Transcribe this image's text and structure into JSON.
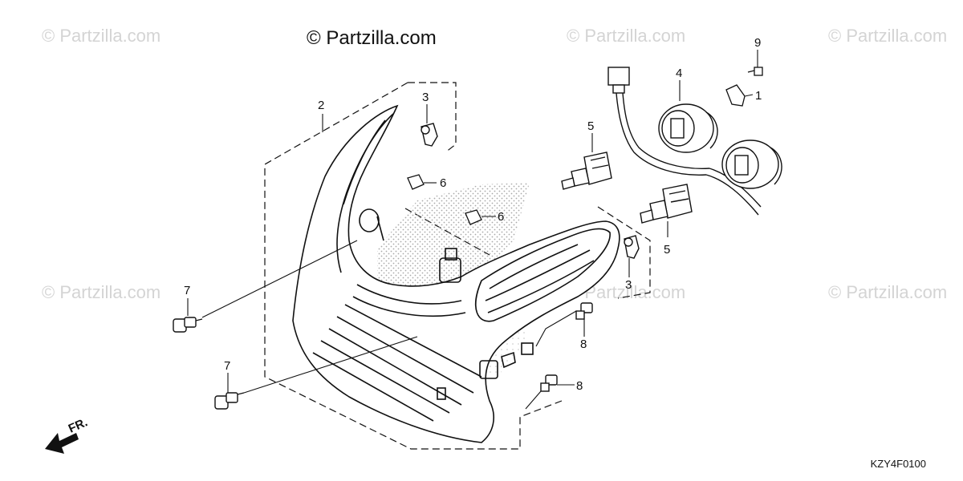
{
  "watermarks": [
    "© Partzilla.com",
    "© Partzilla.com",
    "© Partzilla.com",
    "© Partzilla.com",
    "© Partzilla.com",
    "© Partzilla.com"
  ],
  "brand_watermark": "© Partzilla.com",
  "diagram_code": "KZY4F0100",
  "front_arrow_label": "FR.",
  "callouts": [
    "1",
    "2",
    "3",
    "3",
    "4",
    "5",
    "5",
    "6",
    "6",
    "7",
    "7",
    "8",
    "8",
    "9"
  ],
  "colors": {
    "ink": "#111111",
    "watermark": "#d4d4d4",
    "stipple": "#9a9a9a"
  }
}
